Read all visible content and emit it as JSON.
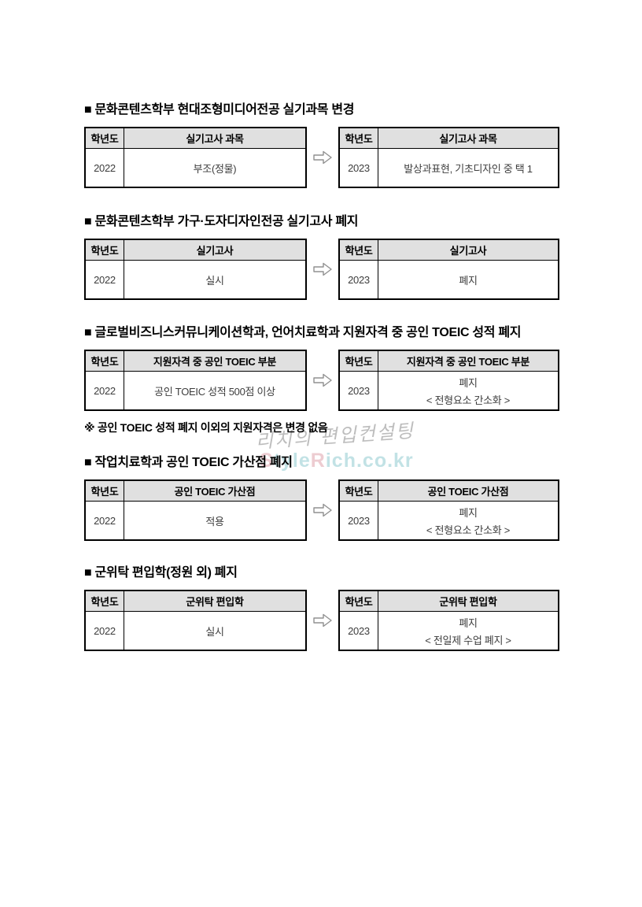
{
  "watermark": {
    "line1": "리치의 편입컨설팅",
    "line1_color": "#bdbdbd",
    "url_parts": [
      {
        "text": "S",
        "color": "#edccd1"
      },
      {
        "text": "tyle",
        "color": "#c2e2e5"
      },
      {
        "text": "R",
        "color": "#edccd1"
      },
      {
        "text": "ich.co.kr",
        "color": "#c2e2e5"
      }
    ]
  },
  "table_style": {
    "header_bg": "#e0e0e0",
    "border_color": "#000000",
    "arrow_color": "#909090"
  },
  "sections": [
    {
      "heading": "■ 문화콘텐츠학부 현대조형미디어전공 실기과목 변경",
      "before": {
        "year_header": "학년도",
        "col_header": "실기고사 과목",
        "year": "2022",
        "value": "부조(정물)",
        "sub": ""
      },
      "after": {
        "year_header": "학년도",
        "col_header": "실기고사 과목",
        "year": "2023",
        "value": "발상과표현, 기초디자인 중 택 1",
        "sub": ""
      },
      "note": ""
    },
    {
      "heading": "■ 문화콘텐츠학부 가구·도자디자인전공 실기고사 폐지",
      "before": {
        "year_header": "학년도",
        "col_header": "실기고사",
        "year": "2022",
        "value": "실시",
        "sub": ""
      },
      "after": {
        "year_header": "학년도",
        "col_header": "실기고사",
        "year": "2023",
        "value": "폐지",
        "sub": ""
      },
      "note": ""
    },
    {
      "heading": "■ 글로벌비즈니스커뮤니케이션학과, 언어치료학과 지원자격 중 공인 TOEIC 성적 폐지",
      "before": {
        "year_header": "학년도",
        "col_header": "지원자격 중 공인 TOEIC 부분",
        "year": "2022",
        "value": "공인 TOEIC 성적 500점 이상",
        "sub": ""
      },
      "after": {
        "year_header": "학년도",
        "col_header": "지원자격 중 공인 TOEIC 부분",
        "year": "2023",
        "value": "폐지",
        "sub": "< 전형요소 간소화 >"
      },
      "note": "※ 공인 TOEIC 성적 폐지 이외의 지원자격은 변경 없음"
    },
    {
      "heading": "■ 작업치료학과 공인 TOEIC 가산점 폐지",
      "before": {
        "year_header": "학년도",
        "col_header": "공인 TOEIC 가산점",
        "year": "2022",
        "value": "적용",
        "sub": ""
      },
      "after": {
        "year_header": "학년도",
        "col_header": "공인 TOEIC 가산점",
        "year": "2023",
        "value": "폐지",
        "sub": "< 전형요소 간소화 >"
      },
      "note": ""
    },
    {
      "heading": "■ 군위탁 편입학(정원 외) 폐지",
      "before": {
        "year_header": "학년도",
        "col_header": "군위탁 편입학",
        "year": "2022",
        "value": "실시",
        "sub": ""
      },
      "after": {
        "year_header": "학년도",
        "col_header": "군위탁 편입학",
        "year": "2023",
        "value": "폐지",
        "sub": "< 전일제 수업 폐지 >"
      },
      "note": ""
    }
  ]
}
